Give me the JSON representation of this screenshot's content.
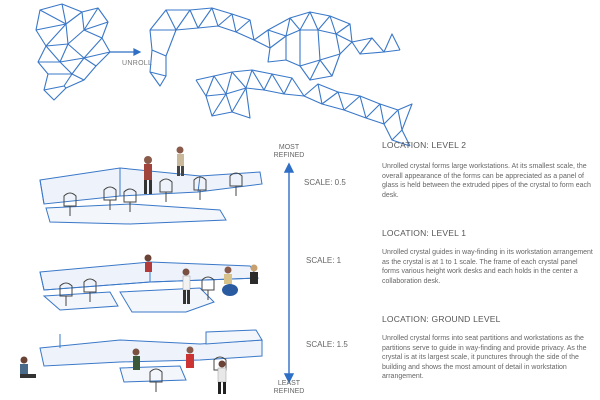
{
  "unroll_label": "UNROLL",
  "scale_axis": {
    "top_label": "MOST\nREFINED",
    "bottom_label": "LEAST\nREFINED",
    "scales": [
      "SCALE: 0.5",
      "SCALE: 1",
      "SCALE: 1.5"
    ]
  },
  "locations": [
    {
      "title": "LOCATION: LEVEL 2",
      "text": "Unrolled crystal forms large workstations. At its smallest scale, the overall appearance of the forms can be appreciated as a panel of glass is held between the extruded pipes of the crystal to form each desk."
    },
    {
      "title": "LOCATION: LEVEL 1",
      "text": "Unrolled crystal guides in way-finding in its workstation arrangement as the crystal is at 1 to 1 scale. The frame of each crystal panel forms various height work desks and each holds in the center a collaboration desk."
    },
    {
      "title": "LOCATION: GROUND LEVEL",
      "text": "Unrolled crystal forms into seat partitions and workstations as the partitions serve to guide in way-finding and provide privacy. As the crystal is at its largest scale, it punctures through the side of the building and shows the most amount of detail in workstation arrangement."
    }
  ],
  "colors": {
    "line_blue": "#3a78c8",
    "arrow_blue": "#2f6fc6",
    "text_gray": "#666666"
  }
}
